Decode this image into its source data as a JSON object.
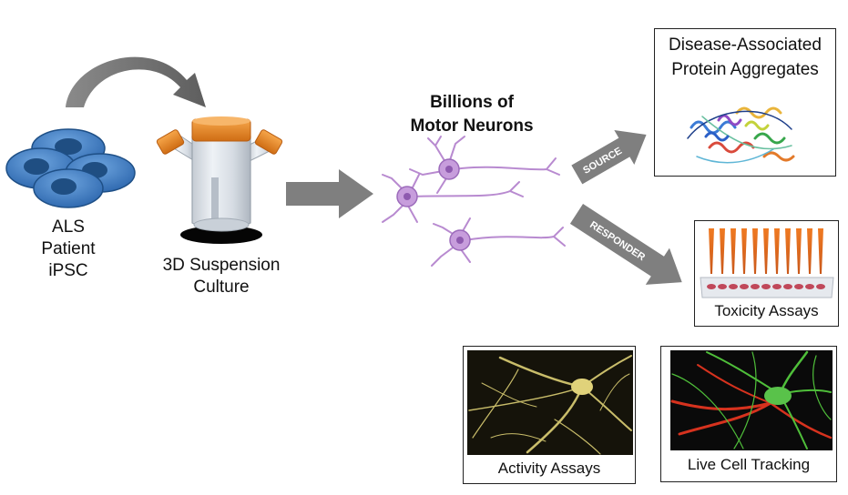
{
  "ips": {
    "label_line1": "ALS",
    "label_line2": "Patient",
    "label_line3": "iPSC"
  },
  "culture": {
    "label_line1": "3D Suspension",
    "label_line2": "Culture"
  },
  "neurons": {
    "title_line1": "Billions of",
    "title_line2": "Motor Neurons"
  },
  "arrows": {
    "source": "SOURCE",
    "responder": "RESPONDER"
  },
  "panels": {
    "aggregates": {
      "title_line1": "Disease-Associated",
      "title_line2": "Protein Aggregates"
    },
    "toxicity": {
      "caption": "Toxicity Assays"
    },
    "activity": {
      "caption": "Activity Assays"
    },
    "tracking": {
      "caption": "Live Cell Tracking"
    }
  },
  "colors": {
    "arrow_gray": "#7f7f7f",
    "cell_blue": "#3c7dc4",
    "cell_nucleus": "#1f4e82",
    "cap_orange": "#e8892a",
    "neuron_purple": "#b88ad0",
    "tube_orange": "#e46a1a"
  }
}
